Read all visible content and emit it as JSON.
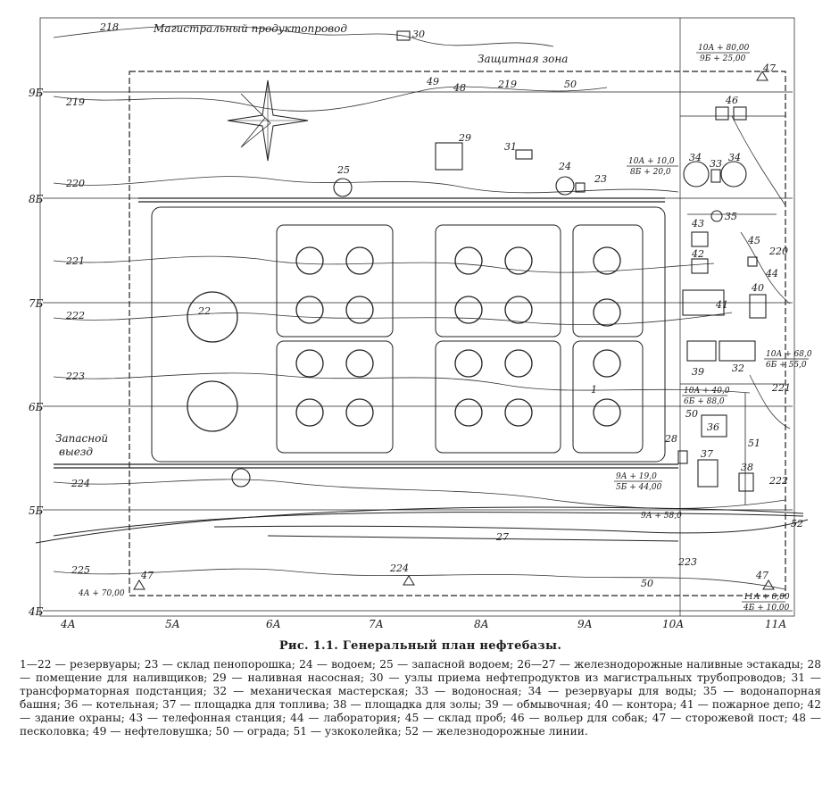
{
  "labels": {
    "pipeline": "Магистральный продуктопровод",
    "protected_zone": "Защитная зона",
    "reserve_exit_1": "Запасной",
    "reserve_exit_2": "выезд"
  },
  "grid": {
    "rows": [
      "9Б",
      "8Б",
      "7Б",
      "6Б",
      "5Б",
      "4Б"
    ],
    "cols": [
      "4А",
      "5А",
      "6А",
      "7А",
      "8А",
      "9А",
      "10А",
      "11А"
    ]
  },
  "contours": [
    "218",
    "219",
    "220",
    "221",
    "222",
    "223",
    "224",
    "225",
    "219",
    "220",
    "221",
    "222",
    "223",
    "224"
  ],
  "coords": {
    "c1a": "10А + 80,00",
    "c1b": "9Б + 25,00",
    "c2a": "10А + 10,0",
    "c2b": "8Б + 20,0",
    "c3a": "4А + 70,00",
    "c4a": "10А + 68,0",
    "c4b": "6Б + 55,0",
    "c5a": "10А + 40,0",
    "c5b": "6Б + 88,0",
    "c6a": "9А + 19,0",
    "c6b": "5Б + 44,00",
    "c7a": "9А + 58,0",
    "c8a": "11А + 0,00",
    "c8b": "4Б + 10,00"
  },
  "numbers": {
    "n30": "30",
    "n50a": "50",
    "n46": "46",
    "n34a": "34",
    "n33": "33",
    "n34b": "34",
    "n35": "35",
    "n43": "43",
    "n45": "45",
    "n42": "42",
    "n44": "44",
    "n40": "40",
    "n41": "41",
    "n32": "32",
    "n39": "39",
    "n50b": "50",
    "n36": "36",
    "n51": "51",
    "n28": "28",
    "n37": "37",
    "n38": "38",
    "n52": "52",
    "n27": "27",
    "n50c": "50",
    "n47a": "47",
    "n47b": "47",
    "n47c": "47",
    "n31": "31",
    "n29": "29",
    "n24": "24",
    "n23": "23",
    "n25": "25",
    "n22": "22",
    "n1": "1",
    "n49": "49",
    "n48": "48"
  },
  "caption": {
    "title": "Рис. 1.1. Генеральный план нефтебазы.",
    "text": "1—22 — резервуары; 23 — склад пенопорошка; 24 — водоем; 25 — запасной водоем; 26—27 — железнодорожные наливные эстакады; 28 — помещение для наливщиков; 29 — наливная насосная; 30 — узлы приема нефтепродуктов из магистральных трубопроводов; 31 — трансформаторная подстанция; 32 — механическая мастерская; 33 — водоносная; 34 — резервуары для воды; 35 — водонапорная башня; 36 — котельная; 37 — площадка для топлива; 38 — площадка для золы; 39 — обмывочная; 40 — контора; 41 — пожарное депо; 42 — здание охраны; 43 — телефонная станция; 44 — лаборатория; 45 — склад проб; 46 — вольер для собак; 47 — сторожевой пост; 48 — песколовка; 49 — нефтеловушка; 50 — ограда; 51 — узкоколейка; 52 — железнодорожные линии."
  }
}
